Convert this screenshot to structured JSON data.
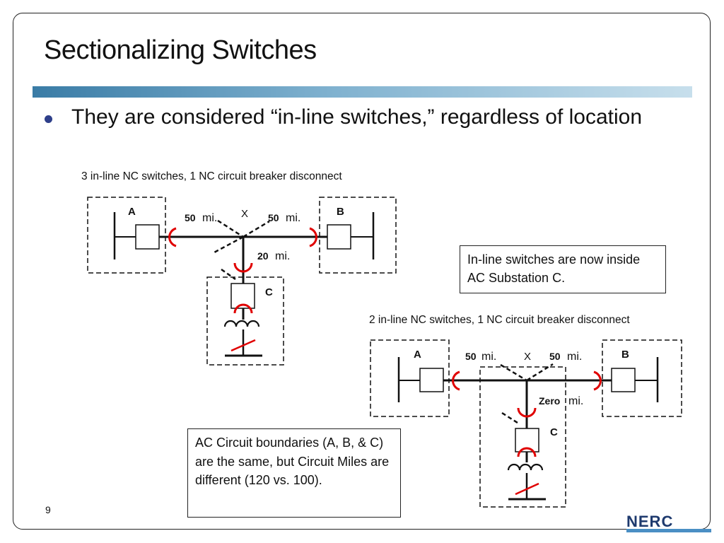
{
  "slide": {
    "title": "Sectionalizing Switches",
    "bullet": "They are considered “in-line switches,” regardless of location",
    "page_number": "9",
    "logo_text": "NERC"
  },
  "diagram1": {
    "caption": "3 in-line NC switches, 1 NC circuit breaker disconnect",
    "sub_a": "A",
    "sub_b": "B",
    "sub_c": "C",
    "junction": "X",
    "left_miles_num": "50",
    "left_miles_unit": "mi.",
    "right_miles_num": "50",
    "right_miles_unit": "mi.",
    "down_miles_num": "20",
    "down_miles_unit": "mi."
  },
  "diagram2": {
    "caption": "2 in-line NC switches, 1 NC circuit breaker disconnect",
    "sub_a": "A",
    "sub_b": "B",
    "sub_c": "C",
    "junction": "X",
    "left_miles_num": "50",
    "left_miles_unit": "mi.",
    "right_miles_num": "50",
    "right_miles_unit": "mi.",
    "down_miles_num": "Zero",
    "down_miles_unit": "mi."
  },
  "callouts": {
    "inline_note": "In-line switches are now inside AC Substation C.",
    "boundary_note": "AC Circuit boundaries (A, B, & C) are the same, but Circuit Miles are different (120 vs. 100)."
  },
  "colors": {
    "switch_arc": "#e00000",
    "accent_rule_start": "#3a7ca6",
    "bullet": "#2e3f8a"
  }
}
